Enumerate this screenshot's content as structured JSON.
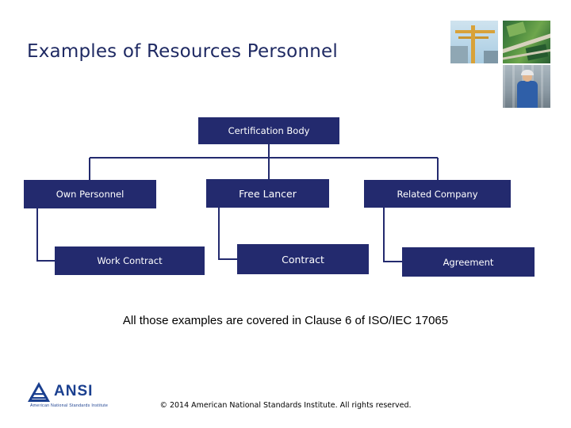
{
  "slide": {
    "title": "Examples of Resources Personnel",
    "caption": "All those examples are covered in Clause 6 of ISO/IEC 17065",
    "copyright": "© 2014 American National Standards Institute. All rights reserved.",
    "colors": {
      "title_text": "#1f2a63",
      "node_fill": "#232a6e",
      "node_text": "#ffffff",
      "connector": "#232a6e",
      "logo_blue": "#1a3f8f"
    }
  },
  "diagram": {
    "type": "org-chart",
    "root": {
      "label": "Certification Body"
    },
    "branches": [
      {
        "label": "Own Personnel",
        "child": {
          "label": "Work Contract"
        }
      },
      {
        "label": "Free Lancer",
        "child": {
          "label": "Contract"
        }
      },
      {
        "label": "Related Company",
        "child": {
          "label": "Agreement"
        }
      }
    ]
  },
  "photos": [
    {
      "name": "construction-crane-photo"
    },
    {
      "name": "aerial-farmland-photo"
    },
    {
      "name": "industrial-worker-photo"
    }
  ],
  "logo": {
    "acronym": "ANSI",
    "subtitle": "American National Standards Institute"
  }
}
